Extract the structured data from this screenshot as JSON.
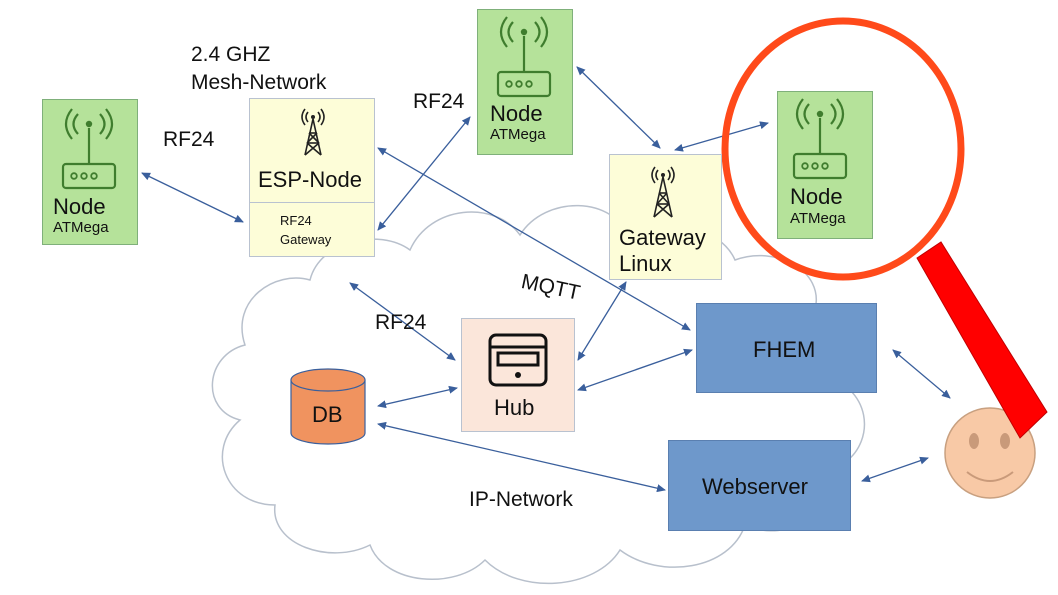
{
  "diagram": {
    "mesh_label": [
      "2.4 GHZ",
      "Mesh-Network"
    ],
    "rf24_labels": [
      "RF24",
      "RF24",
      "RF24"
    ],
    "mqtt_label": "MQTT",
    "network_label": "IP-Network",
    "esp_node": {
      "title": "ESP-Node",
      "sub": [
        "RF24",
        "Gateway"
      ]
    },
    "nodes": [
      {
        "name": "Node",
        "sub": "ATMega"
      },
      {
        "name": "Node",
        "sub": "ATMega"
      },
      {
        "name": "Node",
        "sub": "ATMega"
      }
    ],
    "gateway_linux": [
      "Gateway",
      "Linux"
    ],
    "hub": "Hub",
    "db": "DB",
    "fhem": "FHEM",
    "webserver": "Webserver"
  },
  "colors": {
    "node_green": "#b5e29a",
    "icon_green": "#3f7d2e",
    "gateway_yellow": "#fdfdd8",
    "service_blue": "#6e98cb",
    "hub_peach": "#fbe6da",
    "db_orange": "#f0935f",
    "arrow_blue": "#3a5f9c",
    "magnifier_red": "#ff4a1a",
    "handle_red": "#ff0000",
    "smiley_face": "#f8c9a6"
  },
  "icons": [
    "antenna-icon",
    "router-icon",
    "hub-device-icon",
    "database-icon",
    "magnifier-icon",
    "smiley-icon"
  ]
}
